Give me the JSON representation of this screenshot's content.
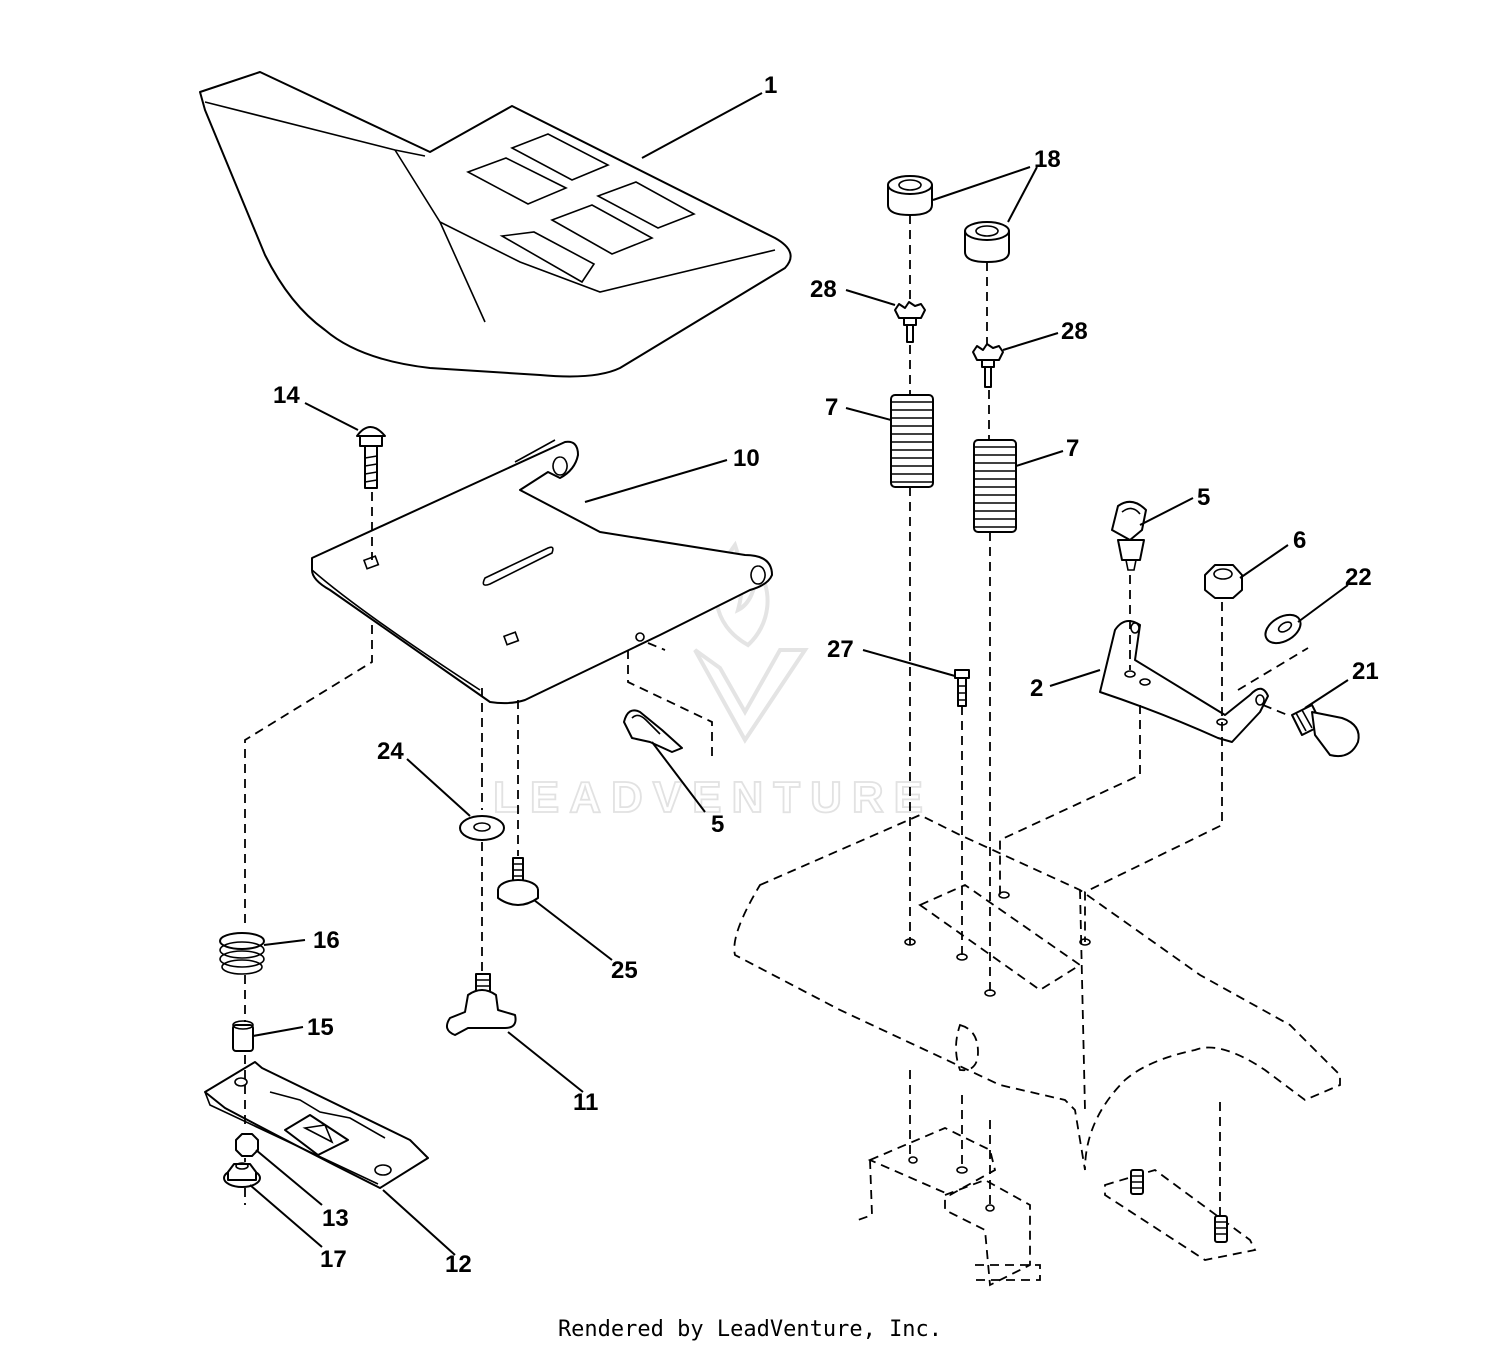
{
  "callouts": {
    "c1": "1",
    "c18": "18",
    "c28a": "28",
    "c28b": "28",
    "c14": "14",
    "c10": "10",
    "c7a": "7",
    "c7b": "7",
    "c5a": "5",
    "c6": "6",
    "c22": "22",
    "c21": "21",
    "c27": "27",
    "c2": "2",
    "c24": "24",
    "c5b": "5",
    "c16": "16",
    "c25": "25",
    "c15": "15",
    "c11": "11",
    "c13": "13",
    "c12": "12",
    "c17": "17"
  },
  "watermark": {
    "text": "LEADVENTURE"
  },
  "footer": {
    "text": "Rendered by LeadVenture, Inc."
  }
}
